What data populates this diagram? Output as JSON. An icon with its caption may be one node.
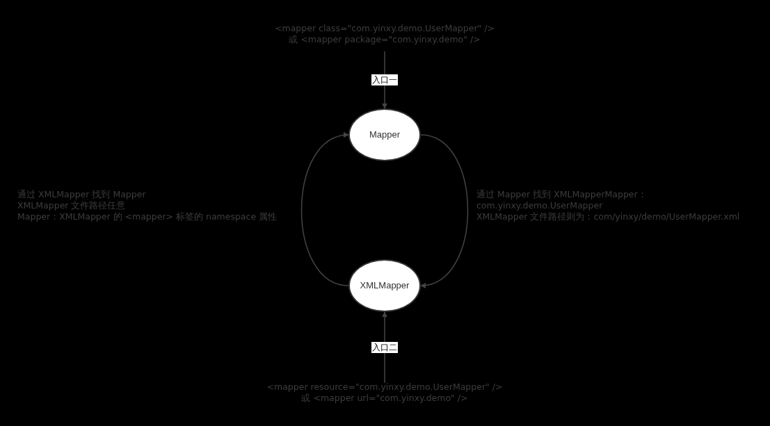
{
  "diagram": {
    "nodes": [
      {
        "text": [
          "<mapper class=\"com.yinxy.demo.UserMapper\" />",
          "或 <mapper package=\"com.yinxy.demo\" />"
        ]
      },
      {
        "text": [
          "Mapper"
        ]
      },
      {
        "text": [
          "XMLMapper"
        ]
      },
      {
        "text": [
          "<mapper resource=\"com.yinxy.demo.UserMapper\" />",
          "或 <mapper url=\"com.yinxy.demo\" />"
        ]
      }
    ],
    "edges": [
      {
        "from": 0,
        "to": 1,
        "arrow": "to",
        "label": "入口一"
      },
      {
        "from": 2,
        "to": 1,
        "arrow": "to"
      },
      {
        "from": 1,
        "to": 2,
        "arrow": "to"
      },
      {
        "from": 3,
        "to": 2,
        "arrow": "to",
        "label": "入口二"
      }
    ],
    "labels": [
      "通过 XMLMapper 找到 Mapper",
      "XMLMapper 文件路径任意",
      "Mapper：XMLMapper 的 <mapper> 标签的 namespace 属性",
      "通过 Mapper 找到 XMLMapperMapper：",
      "com.yinxy.demo.UserMapper",
      "XMLMapper 文件路径则为：com/yinxy/demo/UserMapper.xml"
    ]
  }
}
